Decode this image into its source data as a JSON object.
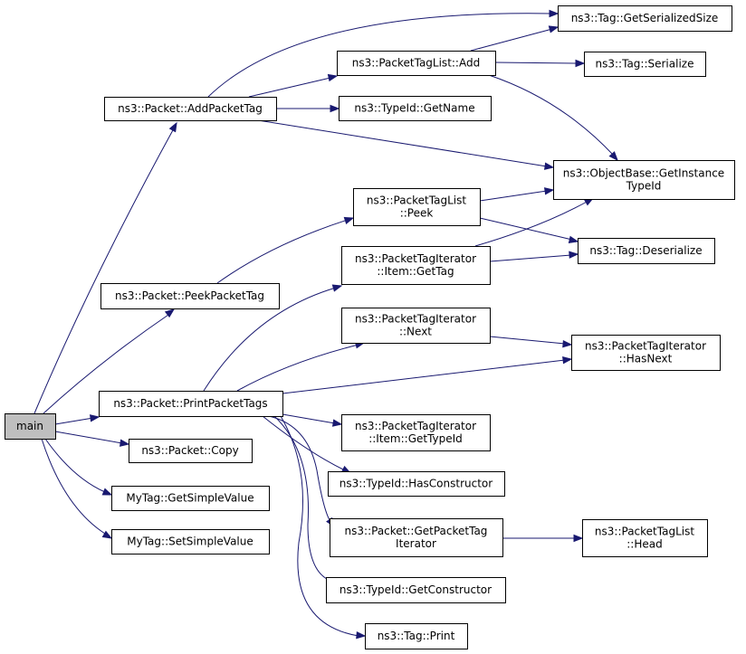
{
  "nodes": [
    {
      "id": "main",
      "lines": [
        "main"
      ],
      "current": true
    },
    {
      "id": "addpackettag",
      "lines": [
        "ns3::Packet::AddPacketTag"
      ]
    },
    {
      "id": "peekpackettag",
      "lines": [
        "ns3::Packet::PeekPacketTag"
      ]
    },
    {
      "id": "printpackettags",
      "lines": [
        "ns3::Packet::PrintPacketTags"
      ]
    },
    {
      "id": "copy",
      "lines": [
        "ns3::Packet::Copy"
      ]
    },
    {
      "id": "getsimplevalue",
      "lines": [
        "MyTag::GetSimpleValue"
      ]
    },
    {
      "id": "setsimplevalue",
      "lines": [
        "MyTag::SetSimpleValue"
      ]
    },
    {
      "id": "ptl-add",
      "lines": [
        "ns3::PacketTagList::Add"
      ]
    },
    {
      "id": "typeid-getname",
      "lines": [
        "ns3::TypeId::GetName"
      ]
    },
    {
      "id": "ptl-peek",
      "lines": [
        "ns3::PacketTagList",
        "::Peek"
      ]
    },
    {
      "id": "pti-item-gettag",
      "lines": [
        "ns3::PacketTagIterator",
        "::Item::GetTag"
      ]
    },
    {
      "id": "pti-next",
      "lines": [
        "ns3::PacketTagIterator",
        "::Next"
      ]
    },
    {
      "id": "pti-item-gettypeid",
      "lines": [
        "ns3::PacketTagIterator",
        "::Item::GetTypeId"
      ]
    },
    {
      "id": "typeid-hasconstructor",
      "lines": [
        "ns3::TypeId::HasConstructor"
      ]
    },
    {
      "id": "getpackettagiterator",
      "lines": [
        "ns3::Packet::GetPacketTag",
        "Iterator"
      ]
    },
    {
      "id": "typeid-getconstructor",
      "lines": [
        "ns3::TypeId::GetConstructor"
      ]
    },
    {
      "id": "tag-print",
      "lines": [
        "ns3::Tag::Print"
      ]
    },
    {
      "id": "tag-getserializedsize",
      "lines": [
        "ns3::Tag::GetSerializedSize"
      ]
    },
    {
      "id": "tag-serialize",
      "lines": [
        "ns3::Tag::Serialize"
      ]
    },
    {
      "id": "objectbase-getinstancetypeid",
      "lines": [
        "ns3::ObjectBase::GetInstance",
        "TypeId"
      ]
    },
    {
      "id": "tag-deserialize",
      "lines": [
        "ns3::Tag::Deserialize"
      ]
    },
    {
      "id": "pti-hasnext",
      "lines": [
        "ns3::PacketTagIterator",
        "::HasNext"
      ]
    },
    {
      "id": "ptl-head",
      "lines": [
        "ns3::PacketTagList",
        "::Head"
      ]
    }
  ],
  "edges": [
    {
      "from": "main",
      "to": "addpackettag"
    },
    {
      "from": "main",
      "to": "peekpackettag"
    },
    {
      "from": "main",
      "to": "printpackettags"
    },
    {
      "from": "main",
      "to": "copy"
    },
    {
      "from": "main",
      "to": "getsimplevalue"
    },
    {
      "from": "main",
      "to": "setsimplevalue"
    },
    {
      "from": "addpackettag",
      "to": "tag-getserializedsize"
    },
    {
      "from": "addpackettag",
      "to": "ptl-add"
    },
    {
      "from": "addpackettag",
      "to": "typeid-getname"
    },
    {
      "from": "addpackettag",
      "to": "objectbase-getinstancetypeid"
    },
    {
      "from": "ptl-add",
      "to": "tag-getserializedsize"
    },
    {
      "from": "ptl-add",
      "to": "tag-serialize"
    },
    {
      "from": "ptl-add",
      "to": "objectbase-getinstancetypeid"
    },
    {
      "from": "peekpackettag",
      "to": "ptl-peek"
    },
    {
      "from": "ptl-peek",
      "to": "objectbase-getinstancetypeid"
    },
    {
      "from": "ptl-peek",
      "to": "tag-deserialize"
    },
    {
      "from": "printpackettags",
      "to": "pti-item-gettag"
    },
    {
      "from": "printpackettags",
      "to": "pti-next"
    },
    {
      "from": "printpackettags",
      "to": "pti-hasnext"
    },
    {
      "from": "printpackettags",
      "to": "pti-item-gettypeid"
    },
    {
      "from": "printpackettags",
      "to": "typeid-hasconstructor"
    },
    {
      "from": "printpackettags",
      "to": "getpackettagiterator"
    },
    {
      "from": "printpackettags",
      "to": "typeid-getconstructor"
    },
    {
      "from": "printpackettags",
      "to": "tag-print"
    },
    {
      "from": "pti-item-gettag",
      "to": "objectbase-getinstancetypeid"
    },
    {
      "from": "pti-item-gettag",
      "to": "tag-deserialize"
    },
    {
      "from": "pti-next",
      "to": "pti-hasnext"
    },
    {
      "from": "getpackettagiterator",
      "to": "ptl-head"
    }
  ],
  "colors": {
    "edge": "#191970",
    "current_node_fill": "#bfbfbf",
    "node_border": "#000000"
  }
}
